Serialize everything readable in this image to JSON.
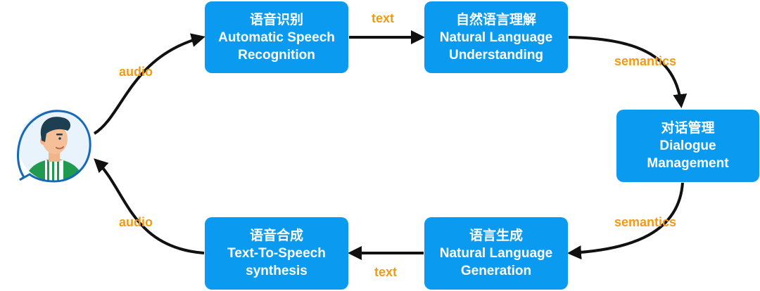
{
  "nodes": {
    "asr": {
      "zh": "语音识别",
      "en_line1": "Automatic Speech",
      "en_line2": "Recognition"
    },
    "nlu": {
      "zh": "自然语言理解",
      "en_line1": "Natural Language",
      "en_line2": "Understanding"
    },
    "dm": {
      "zh": "对话管理",
      "en_line1": "Dialogue",
      "en_line2": "Management"
    },
    "nlg": {
      "zh": "语言生成",
      "en_line1": "Natural Language",
      "en_line2": "Generation"
    },
    "tts": {
      "zh": "语音合成",
      "en_line1": "Text-To-Speech",
      "en_line2": "synthesis"
    }
  },
  "edges": {
    "user_to_asr": "audio",
    "asr_to_nlu": "text",
    "nlu_to_dm": "semantics",
    "dm_to_nlg": "semantics",
    "nlg_to_tts": "text",
    "tts_to_user": "audio"
  },
  "colors": {
    "box": "#0a9bf0",
    "box_text": "#ffffff",
    "label": "#f39a12",
    "arrow": "#111111"
  },
  "icons": {
    "user": "user-avatar-icon"
  }
}
